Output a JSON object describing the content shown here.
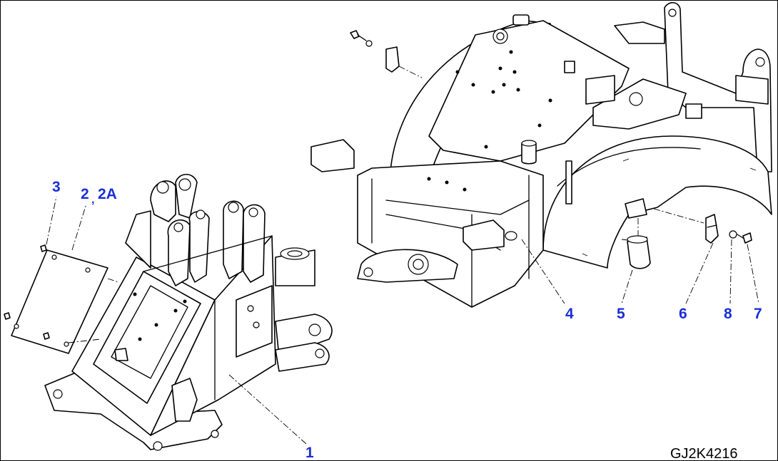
{
  "drawing_code": "GJ2K4216",
  "accent_color": "#1a2fd6",
  "callouts": [
    {
      "id": "c-3",
      "label": "3"
    },
    {
      "id": "c-2",
      "label": "2"
    },
    {
      "id": "c-sep",
      "label": ","
    },
    {
      "id": "c-2a",
      "label": "2A"
    },
    {
      "id": "c-1",
      "label": "1"
    },
    {
      "id": "c-4",
      "label": "4"
    },
    {
      "id": "c-5",
      "label": "5"
    },
    {
      "id": "c-6",
      "label": "6"
    },
    {
      "id": "c-8",
      "label": "8"
    },
    {
      "id": "c-7",
      "label": "7"
    }
  ]
}
